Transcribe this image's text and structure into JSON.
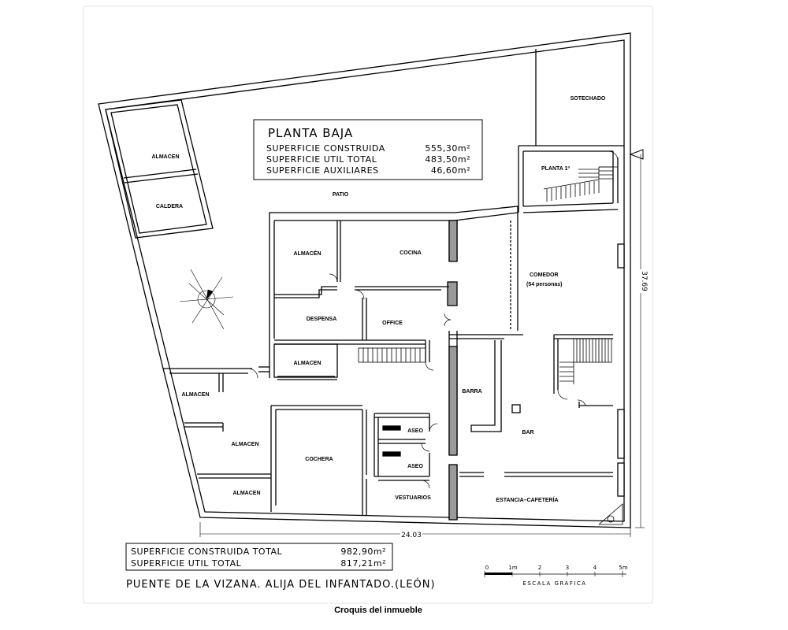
{
  "plan": {
    "title": "PLANTA BAJA",
    "surfaces": [
      {
        "label": "SUPERFICIE CONSTRUIDA",
        "value": "555,30m²"
      },
      {
        "label": "SUPERFICIE UTIL TOTAL",
        "value": "483,50m²"
      },
      {
        "label": "SUPERFICIE AUXILIARES",
        "value": "46,60m²"
      }
    ],
    "totals": [
      {
        "label": "SUPERFICIE CONSTRUIDA TOTAL",
        "value": "982,90m²"
      },
      {
        "label": "SUPERFICIE UTIL TOTAL",
        "value": "817,21m²"
      }
    ],
    "location": "PUENTE DE LA VIZANA. ALIJA DEL INFANTADO.(LEÓN)",
    "rooms": {
      "almacen_top": "ALMACEN",
      "caldera": "CALDERA",
      "patio": "PATIO",
      "sotechado": "SOTECHADO",
      "planta1": "PLANTA 1ª",
      "almacen_a": "ALMACÉN",
      "cocina": "COCINA",
      "comedor": "COMEDOR",
      "comedor_cap": "(54 personas)",
      "despensa": "DESPENSA",
      "office": "OFFICE",
      "almacen_b": "ALMACEN",
      "almacen_c": "ALMACEN",
      "almacen_d": "ALMACEN",
      "almacen_e": "ALMACEN",
      "cochera": "COCHERA",
      "aseo1": "ASEO",
      "aseo2": "ASEO",
      "vestuarios": "VESTUARIOS",
      "barra": "BARRA",
      "bar": "BAR",
      "estancia": "ESTANCIA–CAFETERÍA"
    },
    "dimensions": {
      "width": "24.03",
      "height": "37.69"
    },
    "scale": {
      "ticks": [
        "0",
        "1m",
        "2",
        "3",
        "4",
        "5m"
      ],
      "label": "ESCALA GRAFICA"
    },
    "caption": "Croquis del inmueble"
  }
}
